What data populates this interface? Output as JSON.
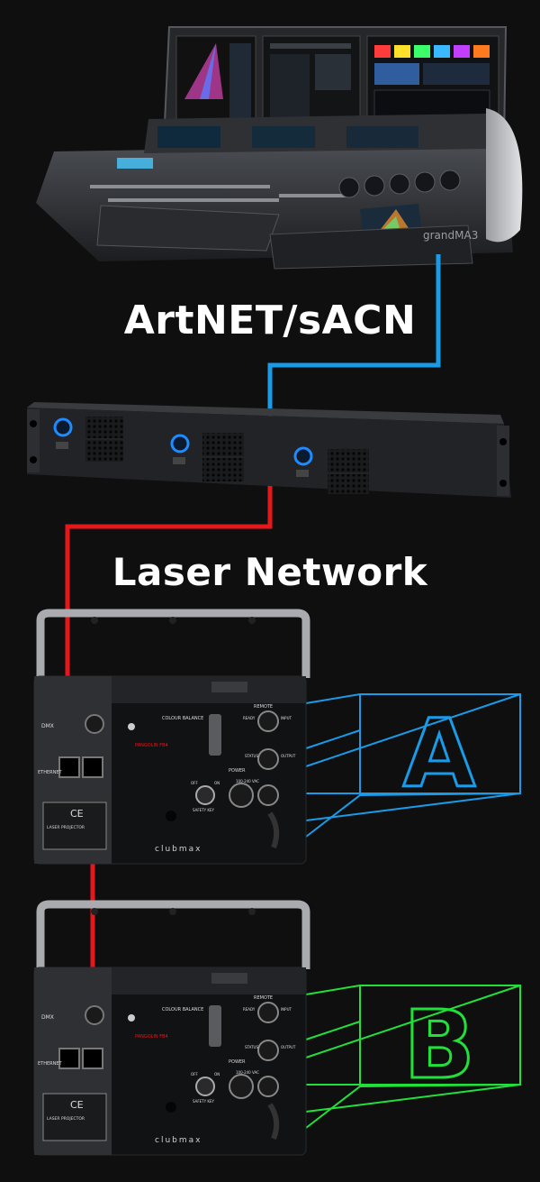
{
  "headings": {
    "artnet": "ArtNET/sACN",
    "laser_network": "Laser Network"
  },
  "console": {
    "brand_label": "grandMA3"
  },
  "projectors": [
    {
      "zone_letter": "A",
      "zone_color": "#1a9be8",
      "labels": {
        "dmx": "DMX",
        "ethernet": "ETHERNET",
        "colour_balance": "COLOUR BALANCE",
        "brand": "PANGOLIN FB4",
        "remote": "REMOTE",
        "ready": "READY",
        "input": "INPUT",
        "status": "STATUS",
        "output": "OUTPUT",
        "power": "POWER",
        "voltage": "100-240 VAC",
        "off": "OFF",
        "on": "ON",
        "safety_key": "SAFETY KEY",
        "product": "LASER PROJECTOR",
        "model_name": "clubmax",
        "ce": "CE"
      }
    },
    {
      "zone_letter": "B",
      "zone_color": "#22e03a",
      "labels": {
        "dmx": "DMX",
        "ethernet": "ETHERNET",
        "colour_balance": "COLOUR BALANCE",
        "brand": "PANGOLIN FB4",
        "remote": "REMOTE",
        "ready": "READY",
        "input": "INPUT",
        "status": "STATUS",
        "output": "OUTPUT",
        "power": "POWER",
        "voltage": "100-240 VAC",
        "off": "OFF",
        "on": "ON",
        "safety_key": "SAFETY KEY",
        "product": "LASER PROJECTOR",
        "model_name": "clubmax",
        "ce": "CE"
      }
    }
  ],
  "colors": {
    "background": "#0f0f10",
    "artnet_link": "#1a9be8",
    "laser_link": "#e5171b",
    "zone_a": "#1a9be8",
    "zone_b": "#22e03a",
    "power_button": "#1e8bff"
  }
}
